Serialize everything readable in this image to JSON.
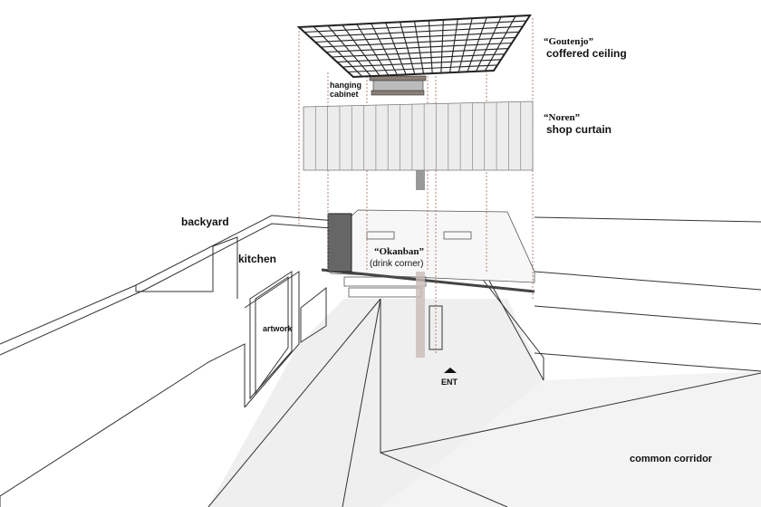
{
  "labels": {
    "goutenjo": "“Goutenjo”",
    "coffered_ceiling": "coffered ceiling",
    "hanging_cabinet_1": "hanging",
    "hanging_cabinet_2": "cabinet",
    "noren": "“Noren”",
    "shop_curtain": "shop curtain",
    "backyard": "backyard",
    "kitchen": "kitchen",
    "okanban": "“Okanban”",
    "drink_corner": "(drink corner)",
    "artwork": "artwork",
    "ent": "ENT",
    "common_corridor": "common corridor"
  },
  "colors": {
    "line": "#333333",
    "guide": "#9a6a5a",
    "curtain": "#ececec",
    "floor": "#f2f2f2"
  }
}
